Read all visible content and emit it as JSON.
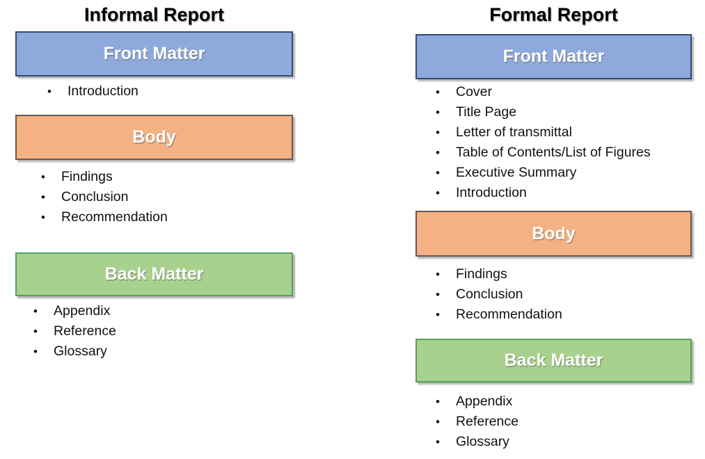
{
  "bullet": "•",
  "columns": [
    {
      "title": "Informal Report",
      "sections": [
        {
          "label": "Front Matter",
          "fill": "#8EA9DB",
          "border": "#334A70",
          "items": [
            "Introduction"
          ]
        },
        {
          "label": "Body",
          "fill": "#F4B183",
          "border": "#6A5750",
          "items": [
            "Findings",
            "Conclusion",
            "Recommendation"
          ]
        },
        {
          "label": "Back Matter",
          "fill": "#A9D18E",
          "border": "#55A055",
          "items": [
            "Appendix",
            "Reference",
            "Glossary"
          ]
        }
      ]
    },
    {
      "title": "Formal Report",
      "sections": [
        {
          "label": "Front Matter",
          "fill": "#8EA9DB",
          "border": "#334A70",
          "items": [
            "Cover",
            "Title Page",
            "Letter of transmittal",
            "Table of Contents/List of Figures",
            "Executive Summary",
            "Introduction"
          ]
        },
        {
          "label": "Body",
          "fill": "#F4B183",
          "border": "#6A5750",
          "items": [
            "Findings",
            "Conclusion",
            "Recommendation"
          ]
        },
        {
          "label": "Back Matter",
          "fill": "#A9D18E",
          "border": "#55A055",
          "items": [
            "Appendix",
            "Reference",
            "Glossary"
          ]
        }
      ]
    }
  ]
}
